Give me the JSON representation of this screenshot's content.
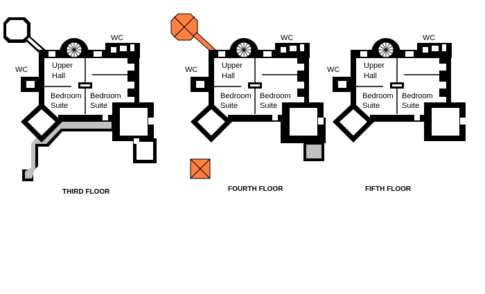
{
  "floors": [
    {
      "title": "THIRD FLOOR",
      "rooms": {
        "upper_hall_1": "Upper",
        "upper_hall_2": "Hall",
        "bedroom_left_1": "Bedroom",
        "bedroom_left_2": "Suite",
        "bedroom_right_1": "Bedroom",
        "bedroom_right_2": "Suite",
        "wc_top": "WC",
        "wc_left": "WC"
      }
    },
    {
      "title": "FOURTH FLOOR",
      "rooms": {
        "upper_hall_1": "Upper",
        "upper_hall_2": "Hall",
        "bedroom_left_1": "Bedroom",
        "bedroom_left_2": "Suite",
        "bedroom_right_1": "Bedroom",
        "bedroom_right_2": "Suite",
        "wc_top": "WC",
        "wc_left": "WC"
      }
    },
    {
      "title": "FIFTH FLOOR",
      "rooms": {
        "upper_hall_1": "Upper",
        "upper_hall_2": "Hall",
        "bedroom_left_1": "Bedroom",
        "bedroom_left_2": "Suite",
        "bedroom_right_1": "Bedroom",
        "bedroom_right_2": "Suite",
        "wc_top": "WC",
        "wc_left": "WC"
      }
    }
  ],
  "colors": {
    "wall": "#000000",
    "corridor": "#c0c0c0",
    "highlight": "#ff7f3f"
  }
}
